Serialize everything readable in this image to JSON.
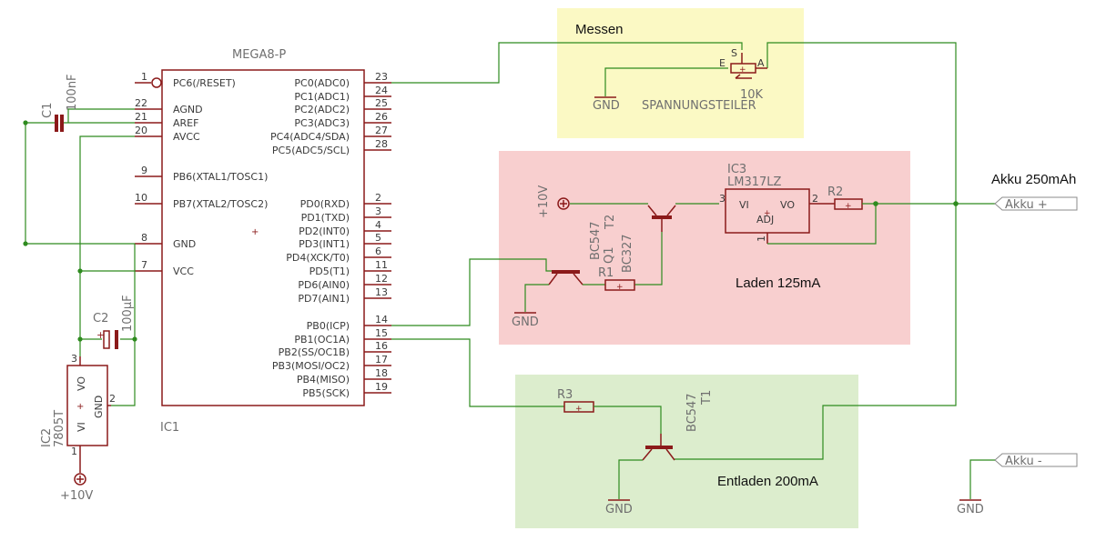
{
  "sections": {
    "messen": "Messen",
    "laden": "Laden 125mA",
    "entladen": "Entladen 200mA"
  },
  "mcu": {
    "title": "MEGA8-P",
    "ref": "IC1",
    "left_pins": [
      {
        "num": "1",
        "name": "PC6(/RESET)"
      },
      {
        "num": "22",
        "name": "AGND"
      },
      {
        "num": "21",
        "name": "AREF"
      },
      {
        "num": "20",
        "name": "AVCC"
      },
      {
        "num": "9",
        "name": "PB6(XTAL1/TOSC1)"
      },
      {
        "num": "10",
        "name": "PB7(XTAL2/TOSC2)"
      },
      {
        "num": "8",
        "name": "GND"
      },
      {
        "num": "7",
        "name": "VCC"
      }
    ],
    "right_pins": [
      {
        "num": "23",
        "name": "PC0(ADC0)"
      },
      {
        "num": "24",
        "name": "PC1(ADC1)"
      },
      {
        "num": "25",
        "name": "PC2(ADC2)"
      },
      {
        "num": "26",
        "name": "PC3(ADC3)"
      },
      {
        "num": "27",
        "name": "PC4(ADC4/SDA)"
      },
      {
        "num": "28",
        "name": "PC5(ADC5/SCL)"
      },
      {
        "num": "2",
        "name": "PD0(RXD)"
      },
      {
        "num": "3",
        "name": "PD1(TXD)"
      },
      {
        "num": "4",
        "name": "PD2(INT0)"
      },
      {
        "num": "5",
        "name": "PD3(INT1)"
      },
      {
        "num": "6",
        "name": "PD4(XCK/T0)"
      },
      {
        "num": "11",
        "name": "PD5(T1)"
      },
      {
        "num": "12",
        "name": "PD6(AIN0)"
      },
      {
        "num": "13",
        "name": "PD7(AIN1)"
      },
      {
        "num": "14",
        "name": "PB0(ICP)"
      },
      {
        "num": "15",
        "name": "PB1(OC1A)"
      },
      {
        "num": "16",
        "name": "PB2(SS/OC1B)"
      },
      {
        "num": "17",
        "name": "PB3(MOSI/OC2)"
      },
      {
        "num": "18",
        "name": "PB4(MISO)"
      },
      {
        "num": "19",
        "name": "PB5(SCK)"
      }
    ]
  },
  "parts": {
    "c1_ref": "C1",
    "c1_val": "100nF",
    "c2_ref": "C2",
    "c2_val": "100µF",
    "ic2_ref": "IC2",
    "ic2_val": "7805T",
    "ic2_vo": "VO",
    "ic2_gnd": "GND",
    "ic2_vi": "VI",
    "ic2_pin1": "1",
    "ic2_pin2": "2",
    "ic2_pin3": "3",
    "ic3_ref": "IC3",
    "ic3_val": "LM317LZ",
    "ic3_vi": "VI",
    "ic3_vo": "VO",
    "ic3_adj": "ADJ",
    "ic3_pin1": "1",
    "ic3_pin2": "2",
    "ic3_pin3": "3",
    "pot_s": "S",
    "pot_e": "E",
    "pot_a": "A",
    "pot_val": "10K",
    "pot_name": "SPANNUNGSTEILER",
    "r1": "R1",
    "r2": "R2",
    "r3": "R3",
    "t2_ref": "T2",
    "t2_val": "BC547",
    "q1_ref": "Q1",
    "q1_val": "BC327",
    "t1_ref": "T1",
    "t1_val": "BC547",
    "gnd": "GND",
    "v10": "+10V"
  },
  "akku": {
    "title": "Akku 250mAh",
    "plus": "Akku +",
    "minus": "Akku -"
  },
  "colors": {
    "wire": "#2e8b1f",
    "device": "#8b1a1a",
    "messen_bg": "#fbf9c4",
    "laden_bg": "#f8cfcf",
    "entladen_bg": "#dcedcd"
  }
}
